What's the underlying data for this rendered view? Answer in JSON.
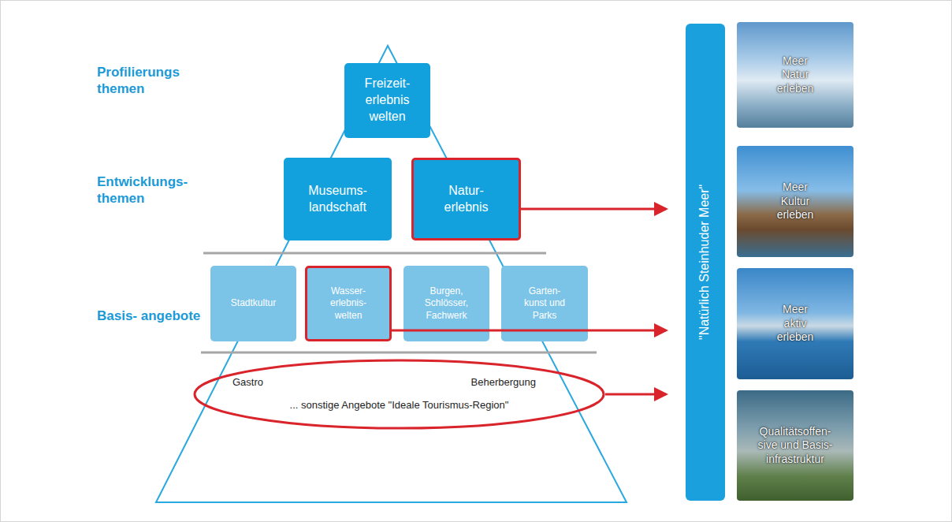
{
  "diagram": {
    "nodes": [
      {
        "text": [
          "Freizeit- erlebnis welten"
        ]
      },
      {
        "text": [
          "Museums- landschaft"
        ]
      },
      {
        "text": [
          "Natur- erlebnis"
        ]
      },
      {
        "text": [
          "Stadtkultur"
        ]
      },
      {
        "text": [
          "Wasser- erlebnis- welten"
        ]
      },
      {
        "text": [
          "Burgen, Schlösser, Fachwerk"
        ]
      },
      {
        "text": [
          "Garten- kunst und Parks"
        ]
      },
      {
        "text": [
          "Gastro",
          "Beherbergung",
          "... sonstige Angebote \"Ideale Tourismus-Region\""
        ]
      },
      {
        "text": [
          "\"Natürlich Steinhuder Meer\""
        ]
      },
      {
        "text": [
          "Meer Natur erleben"
        ]
      },
      {
        "text": [
          "Meer Kultur erleben"
        ]
      },
      {
        "text": [
          "Meer aktiv erleben"
        ]
      },
      {
        "text": [
          "Qualitätsoffen- sive und Basis- infrastruktur"
        ]
      }
    ],
    "edges": [
      {
        "from": 2,
        "to": 8,
        "arrow": "to"
      },
      {
        "from": 4,
        "to": 8,
        "arrow": "to"
      },
      {
        "from": 7,
        "to": 8,
        "arrow": "to"
      }
    ],
    "labels": [
      "Profilierungs themen",
      "Entwicklungs- themen",
      "Basis- angebote"
    ]
  }
}
